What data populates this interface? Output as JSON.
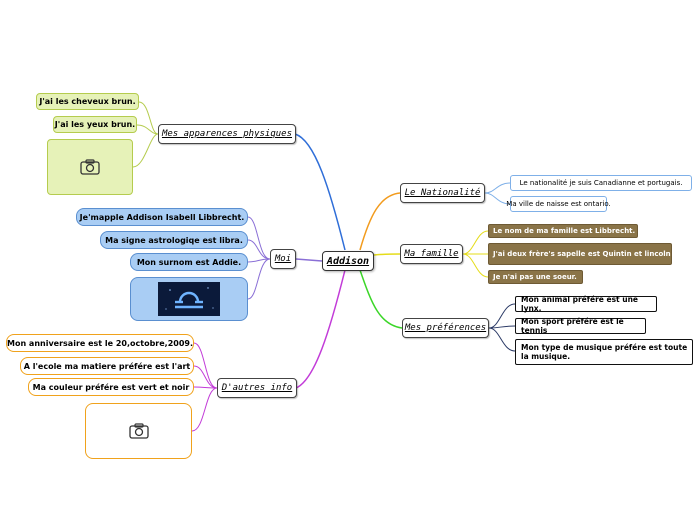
{
  "central": "Addison",
  "branches": {
    "apparences": "Mes apparences physiques",
    "moi": "Moi",
    "autres": "D'autres info",
    "nationalite": "Le Nationalité",
    "famille": "Ma famille",
    "preferences": "Mes préférences"
  },
  "apparences_items": [
    "J'ai les cheveux brun.",
    "J'ai les yeux brun."
  ],
  "moi_items": [
    "Je'mapple Addison Isabell Libbrecht.",
    "Ma signe astrologiqe est libra.",
    "Mon surnom est Addie."
  ],
  "autres_items": [
    "Mon anniversaire est le 20,octobre,2009.",
    "A l'ecole ma matiere préfére est l'art",
    "Ma couleur préfére est vert et noir"
  ],
  "nationalite_items": [
    "Le nationalité je suis Canadianne et portugais.",
    "Ma ville de naisse est ontario."
  ],
  "famille_items": [
    "Le nom de ma famille est Libbrecht.",
    "J'ai deux frère's sapelle est Quintin et lincoln",
    "Je n'ai pas une soeur."
  ],
  "preferences_items": [
    "Mon animal préfére est une lynx.",
    "Mon sport préfére est le tennis",
    "Mon type de musique préfére est toute la musique."
  ],
  "icons": [
    "camera-icon",
    "libra-image"
  ],
  "colors": {
    "apparences": "#2f6ed8",
    "moi": "#8a6fd6",
    "autres": "#c23bd8",
    "nationalite": "#f29b1d",
    "famille": "#e5dc1a",
    "preferences": "#3bd628"
  }
}
